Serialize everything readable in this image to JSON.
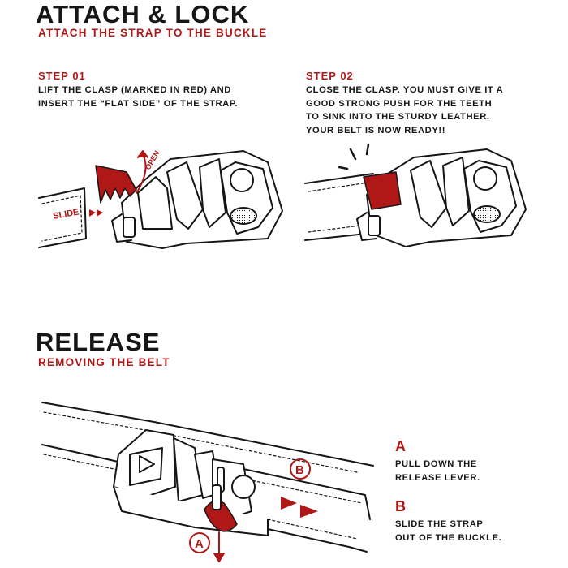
{
  "attach": {
    "title": "ATTACH & LOCK",
    "subtitle": "ATTACH THE STRAP TO THE BUCKLE"
  },
  "step1": {
    "label": "STEP 01",
    "text": "LIFT THE CLASP (MARKED IN RED) AND\nINSERT THE “FLAT SIDE” OF THE STRAP.",
    "slide_label": "SLIDE",
    "open_label": "OPEN"
  },
  "step2": {
    "label": "STEP 02",
    "text": "CLOSE THE CLASP. YOU MUST GIVE IT A\nGOOD STRONG PUSH FOR THE TEETH\nTO SINK INTO THE STURDY LEATHER.\nYOUR BELT IS NOW READY!!"
  },
  "release": {
    "title": "RELEASE",
    "subtitle": "REMOVING THE BELT",
    "marker_a": "A",
    "marker_b": "B",
    "a_letter": "A",
    "a_text": "PULL DOWN THE\nRELEASE LEVER.",
    "b_letter": "B",
    "b_text": "SLIDE THE STRAP\nOUT OF THE BUCKLE."
  },
  "colors": {
    "accent_red": "#b01818",
    "ink": "#161616"
  }
}
